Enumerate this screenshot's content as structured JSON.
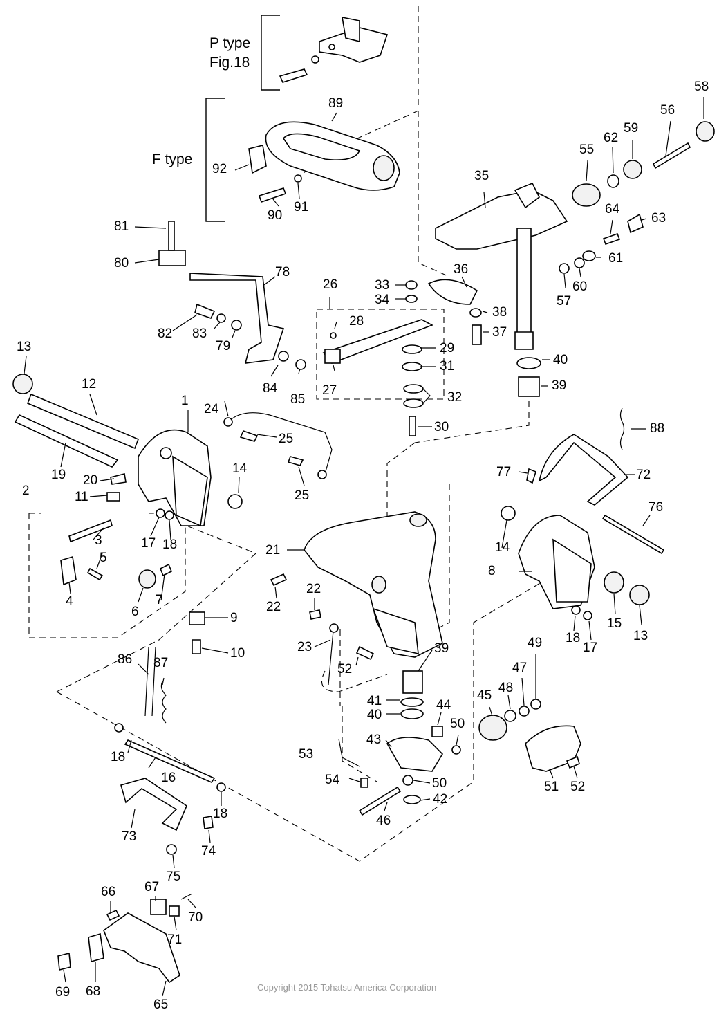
{
  "type_labels": {
    "p_type": "P type",
    "p_fig": "Fig.18",
    "f_type": "F type"
  },
  "copyright": "Copyright 2015 Tohatsu America Corporation",
  "callouts": [
    "1",
    "2",
    "3",
    "4",
    "5",
    "6",
    "7",
    "8",
    "9",
    "10",
    "11",
    "12",
    "13",
    "13",
    "14",
    "14",
    "15",
    "16",
    "17",
    "17",
    "18",
    "18",
    "18",
    "18",
    "19",
    "20",
    "21",
    "22",
    "22",
    "23",
    "24",
    "25",
    "25",
    "26",
    "27",
    "28",
    "29",
    "30",
    "31",
    "32",
    "33",
    "34",
    "35",
    "36",
    "37",
    "38",
    "39",
    "39",
    "40",
    "40",
    "41",
    "42",
    "43",
    "44",
    "45",
    "46",
    "47",
    "48",
    "49",
    "50",
    "50",
    "51",
    "52",
    "52",
    "53",
    "54",
    "55",
    "56",
    "57",
    "58",
    "59",
    "60",
    "61",
    "62",
    "63",
    "64",
    "65",
    "66",
    "67",
    "68",
    "69",
    "70",
    "71",
    "72",
    "73",
    "74",
    "75",
    "76",
    "77",
    "78",
    "79",
    "80",
    "81",
    "82",
    "83",
    "84",
    "85",
    "86",
    "87",
    "88",
    "89",
    "90",
    "91",
    "92"
  ]
}
